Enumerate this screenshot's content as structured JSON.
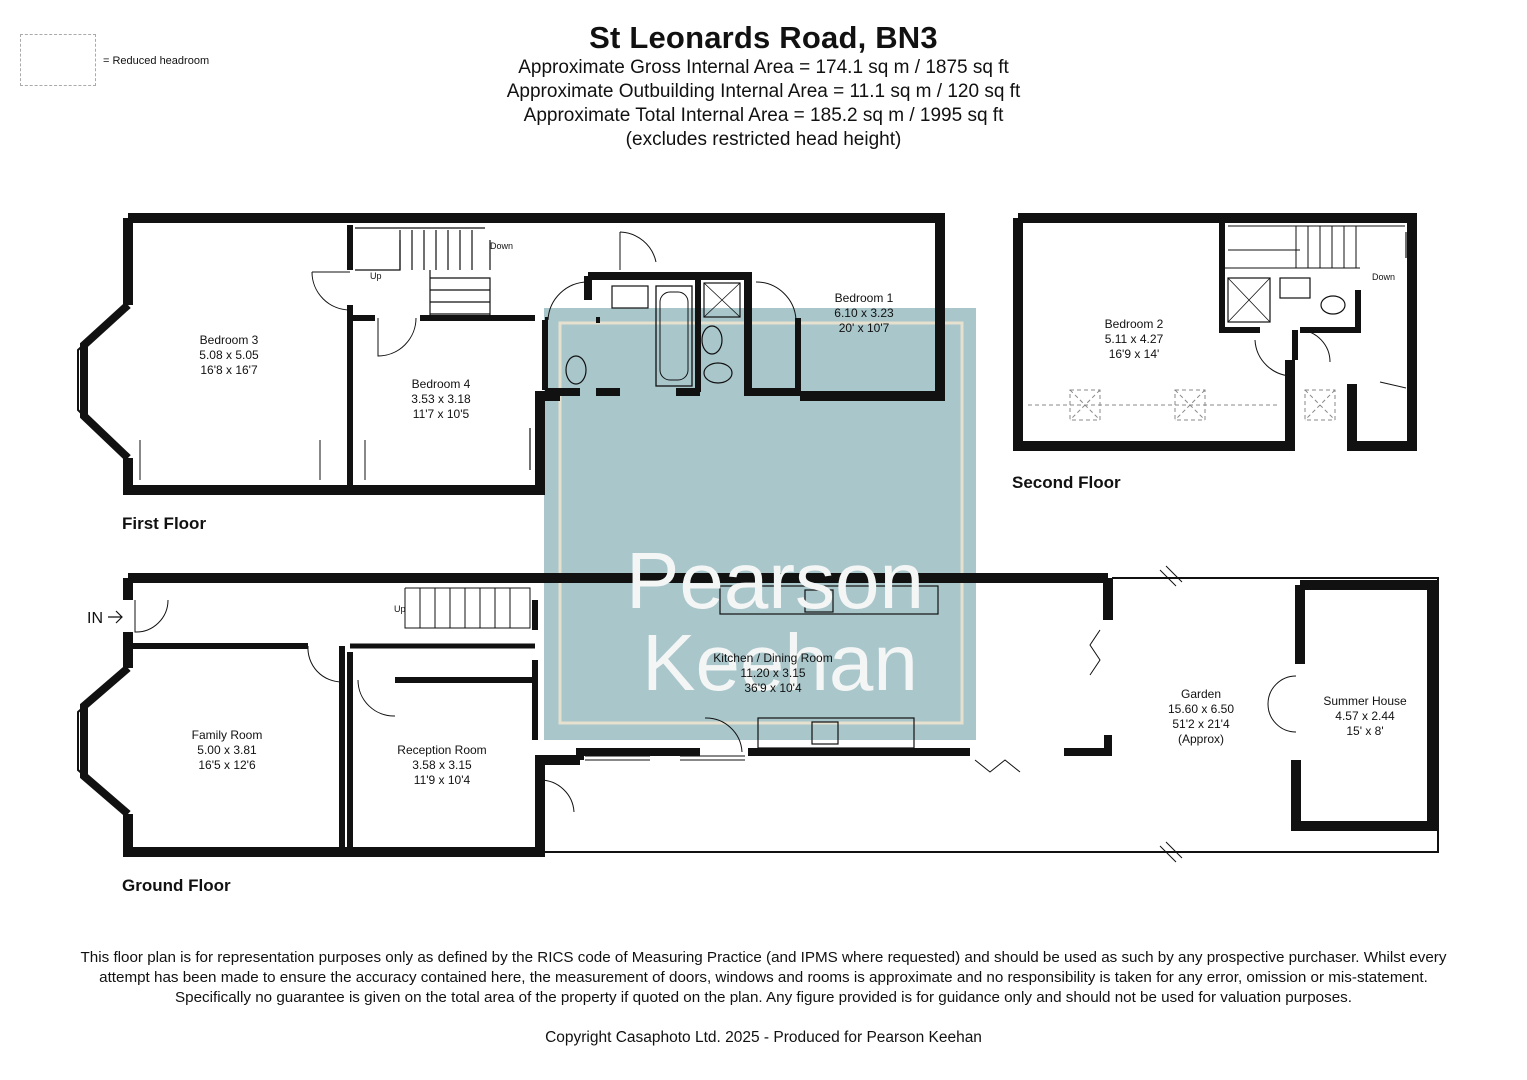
{
  "header": {
    "title": "St Leonards Road, BN3",
    "gross_area": "Approximate Gross Internal Area = 174.1 sq m / 1875 sq ft",
    "outbuilding_area": "Approximate Outbuilding Internal Area = 11.1 sq m / 120 sq ft",
    "total_area": "Approximate Total Internal Area = 185.2 sq m / 1995 sq ft",
    "note": "(excludes restricted head height)"
  },
  "legend": {
    "reduced_headroom": "= Reduced headroom"
  },
  "floors": {
    "first": "First Floor",
    "second": "Second Floor",
    "ground": "Ground Floor"
  },
  "rooms": {
    "bedroom3": {
      "name": "Bedroom 3",
      "metric": "5.08 x 5.05",
      "imperial": "16'8 x 16'7"
    },
    "bedroom4": {
      "name": "Bedroom 4",
      "metric": "3.53 x 3.18",
      "imperial": "11'7 x 10'5"
    },
    "bedroom1": {
      "name": "Bedroom 1",
      "metric": "6.10 x 3.23",
      "imperial": "20' x 10'7"
    },
    "bedroom2": {
      "name": "Bedroom 2",
      "metric": "5.11 x 4.27",
      "imperial": "16'9 x 14'"
    },
    "kitchen": {
      "name": "Kitchen / Dining Room",
      "metric": "11.20 x 3.15",
      "imperial": "36'9 x 10'4"
    },
    "family": {
      "name": "Family Room",
      "metric": "5.00 x 3.81",
      "imperial": "16'5 x 12'6"
    },
    "reception": {
      "name": "Reception Room",
      "metric": "3.58 x 3.15",
      "imperial": "11'9 x 10'4"
    },
    "garden": {
      "name": "Garden",
      "metric": "15.60 x 6.50",
      "imperial": "51'2 x 21'4",
      "note": "(Approx)"
    },
    "summer": {
      "name": "Summer House",
      "metric": "4.57 x 2.44",
      "imperial": "15' x 8'"
    }
  },
  "stairs": {
    "up": "Up",
    "down": "Down"
  },
  "entrance": "IN",
  "watermark": {
    "line1": "Pearson",
    "line2": "Keehan",
    "color": "#9fc2c8"
  },
  "colors": {
    "wall": "#111111",
    "watermark_bg": "#a9c6cb"
  },
  "disclaimer": "This floor plan is for representation purposes only as defined by the RICS code of Measuring Practice (and IPMS where requested) and should be used as such by any prospective purchaser. Whilst every attempt has been made to ensure the accuracy contained here, the measurement of doors, windows and rooms is approximate and no responsibility is taken for any error, omission or mis-statement. Specifically no guarantee is given on the total area of the property if quoted on the plan. Any figure provided is for guidance only and should not be used for valuation purposes.",
  "copyright": "Copyright Casaphoto Ltd. 2025 - Produced for Pearson Keehan"
}
